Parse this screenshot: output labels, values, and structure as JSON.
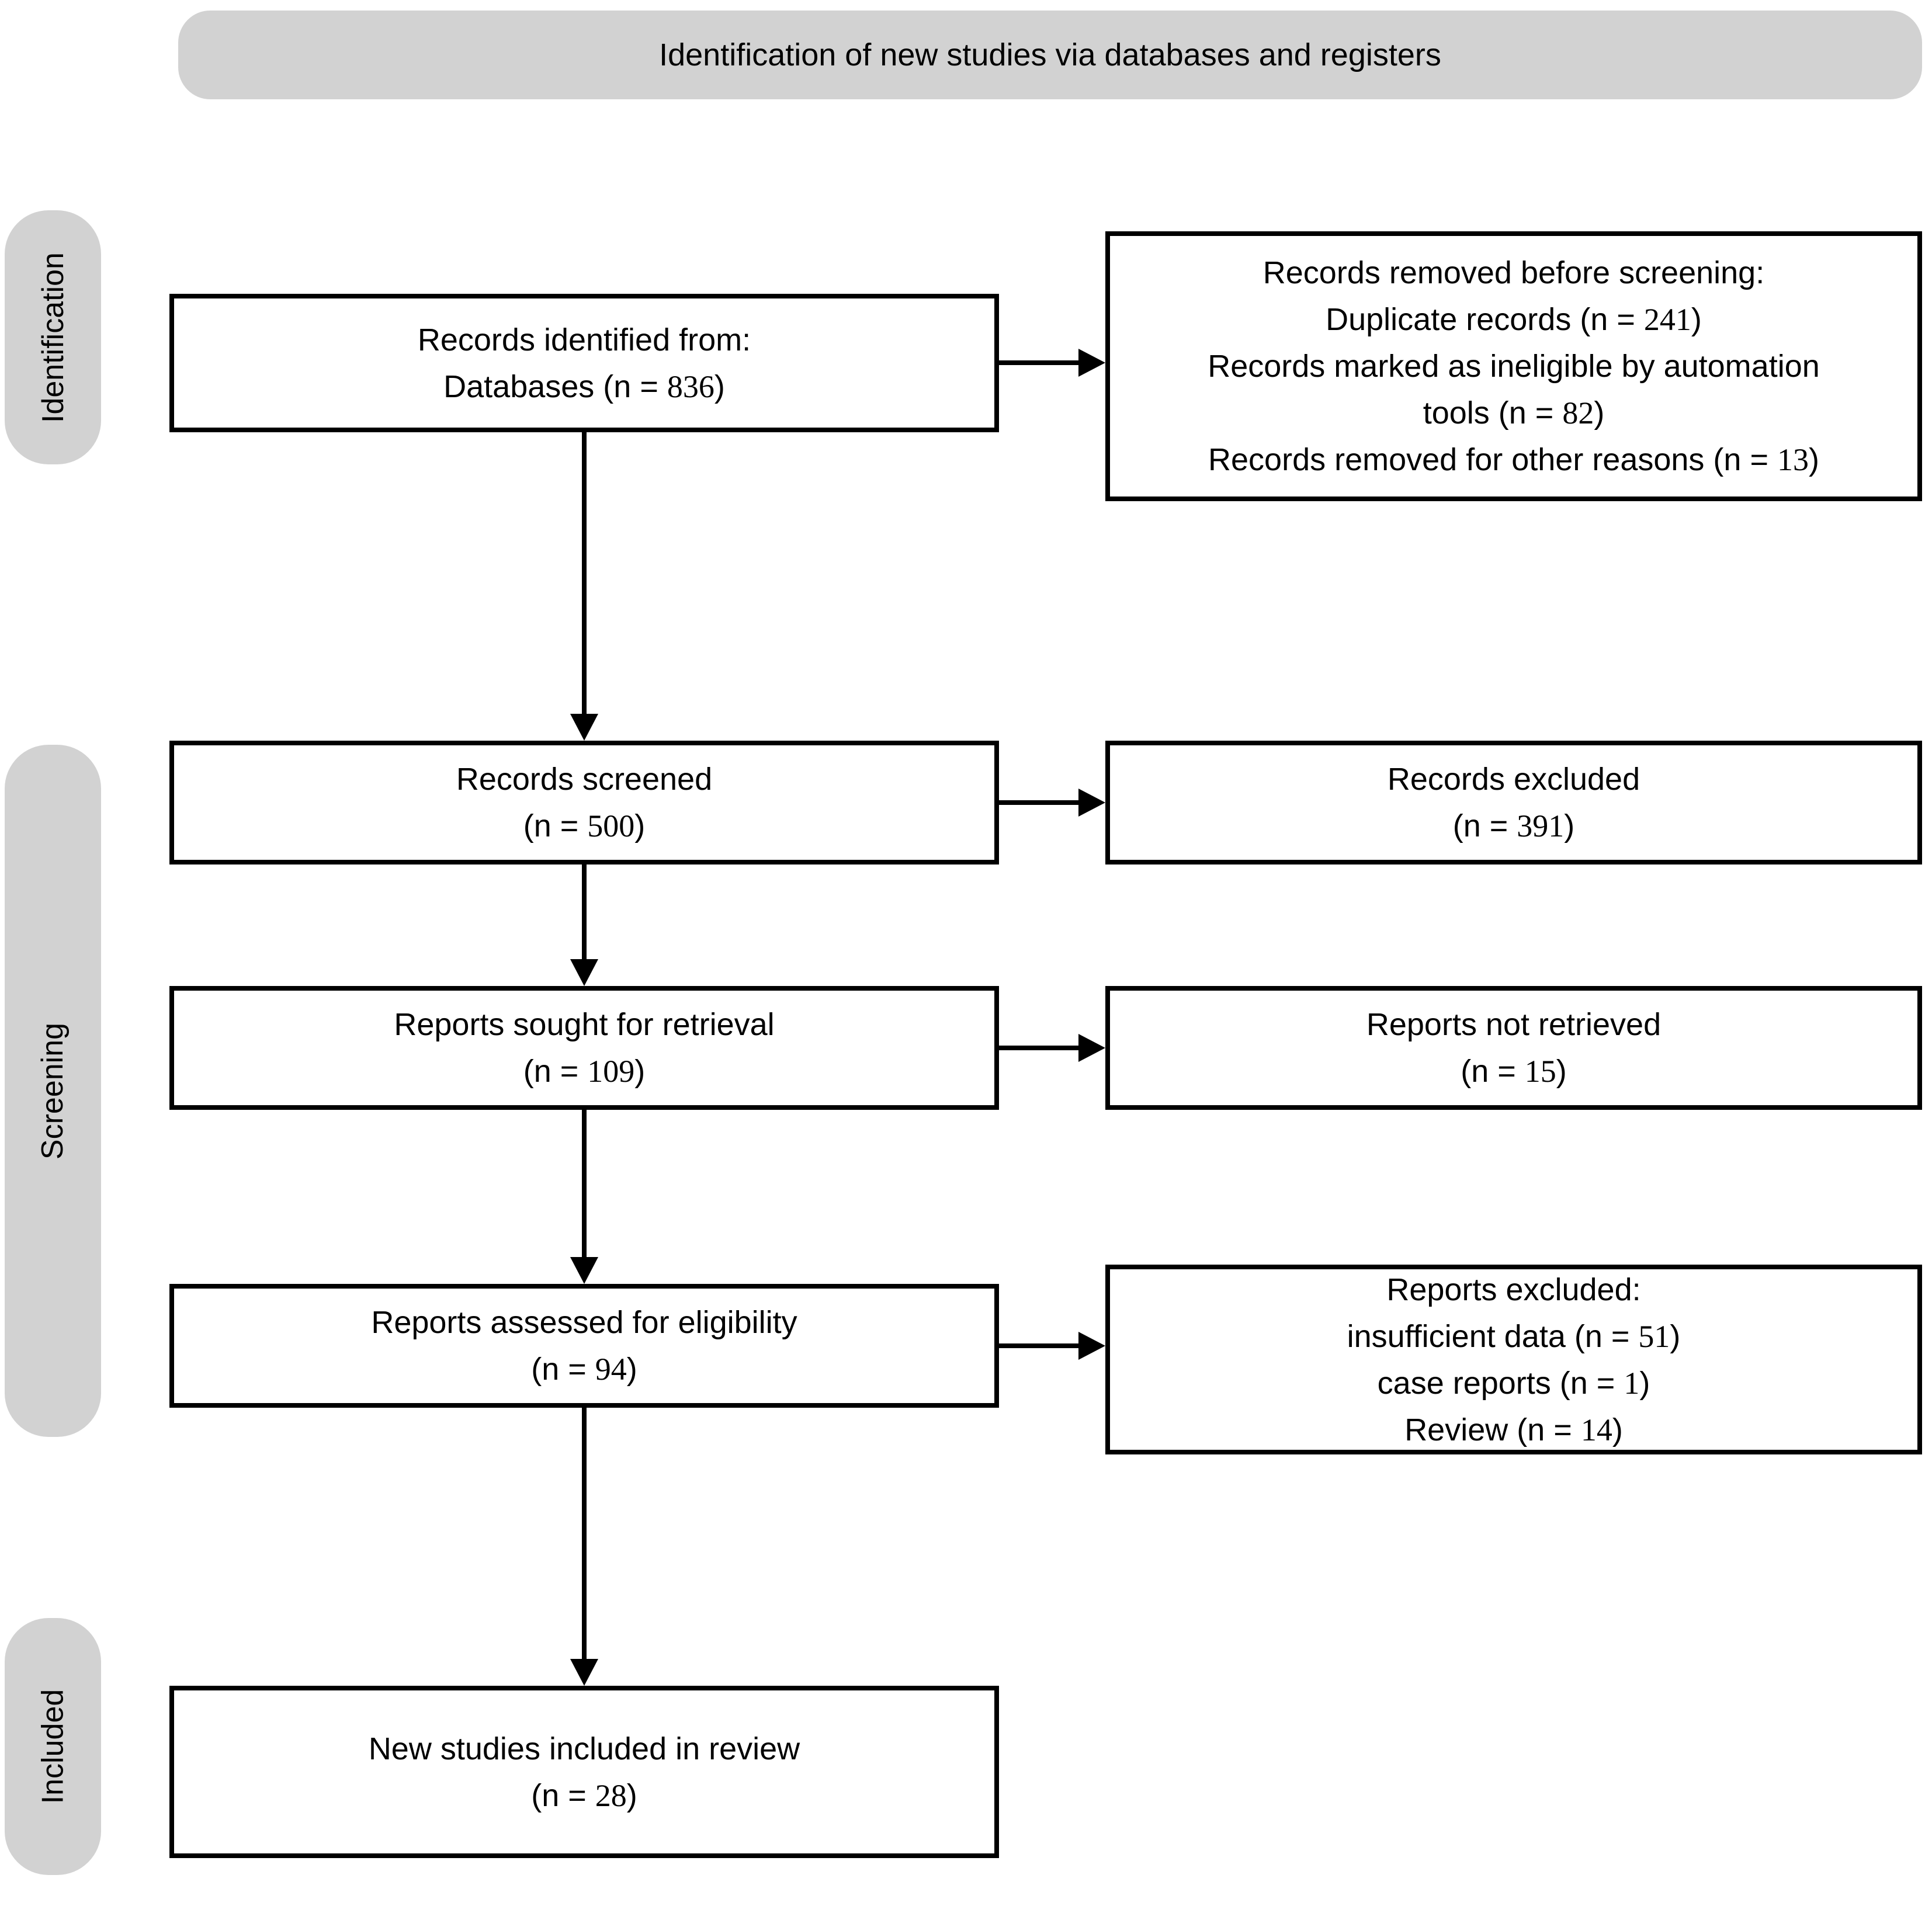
{
  "header": {
    "title": "Identification of new studies via databases and registers"
  },
  "stages": [
    {
      "id": "identification",
      "label": "Identification"
    },
    {
      "id": "screening",
      "label": "Screening"
    },
    {
      "id": "included",
      "label": "Included"
    }
  ],
  "boxes": {
    "records_identified": {
      "lines": [
        "Records identified from:",
        "Databases (n = 836)"
      ]
    },
    "records_removed": {
      "lines": [
        "Records removed before screening:",
        "Duplicate records (n = 241)",
        "Records marked as ineligible by automation",
        "tools (n = 82)",
        "Records removed for other reasons (n = 13)"
      ]
    },
    "records_screened": {
      "lines": [
        "Records screened",
        "(n = 500)"
      ]
    },
    "records_excluded": {
      "lines": [
        "Records excluded",
        "(n = 391)"
      ]
    },
    "reports_sought": {
      "lines": [
        "Reports sought for retrieval",
        "(n = 109)"
      ]
    },
    "reports_not_retrieved": {
      "lines": [
        "Reports not retrieved",
        "(n = 15)"
      ]
    },
    "reports_assessed": {
      "lines": [
        "Reports assessed for eligibility",
        "(n = 94)"
      ]
    },
    "reports_excluded": {
      "lines": [
        "Reports excluded:",
        "insufficient data (n = 51)",
        "case reports (n = 1)",
        "Review (n = 14)"
      ]
    },
    "new_studies_included": {
      "lines": [
        "New studies included in review",
        "(n = 28)"
      ]
    }
  },
  "colors": {
    "banner_bg": "#d2d2d2",
    "box_bg": "#ffffff",
    "box_border": "#000000",
    "arrow": "#000000",
    "text": "#000000"
  }
}
